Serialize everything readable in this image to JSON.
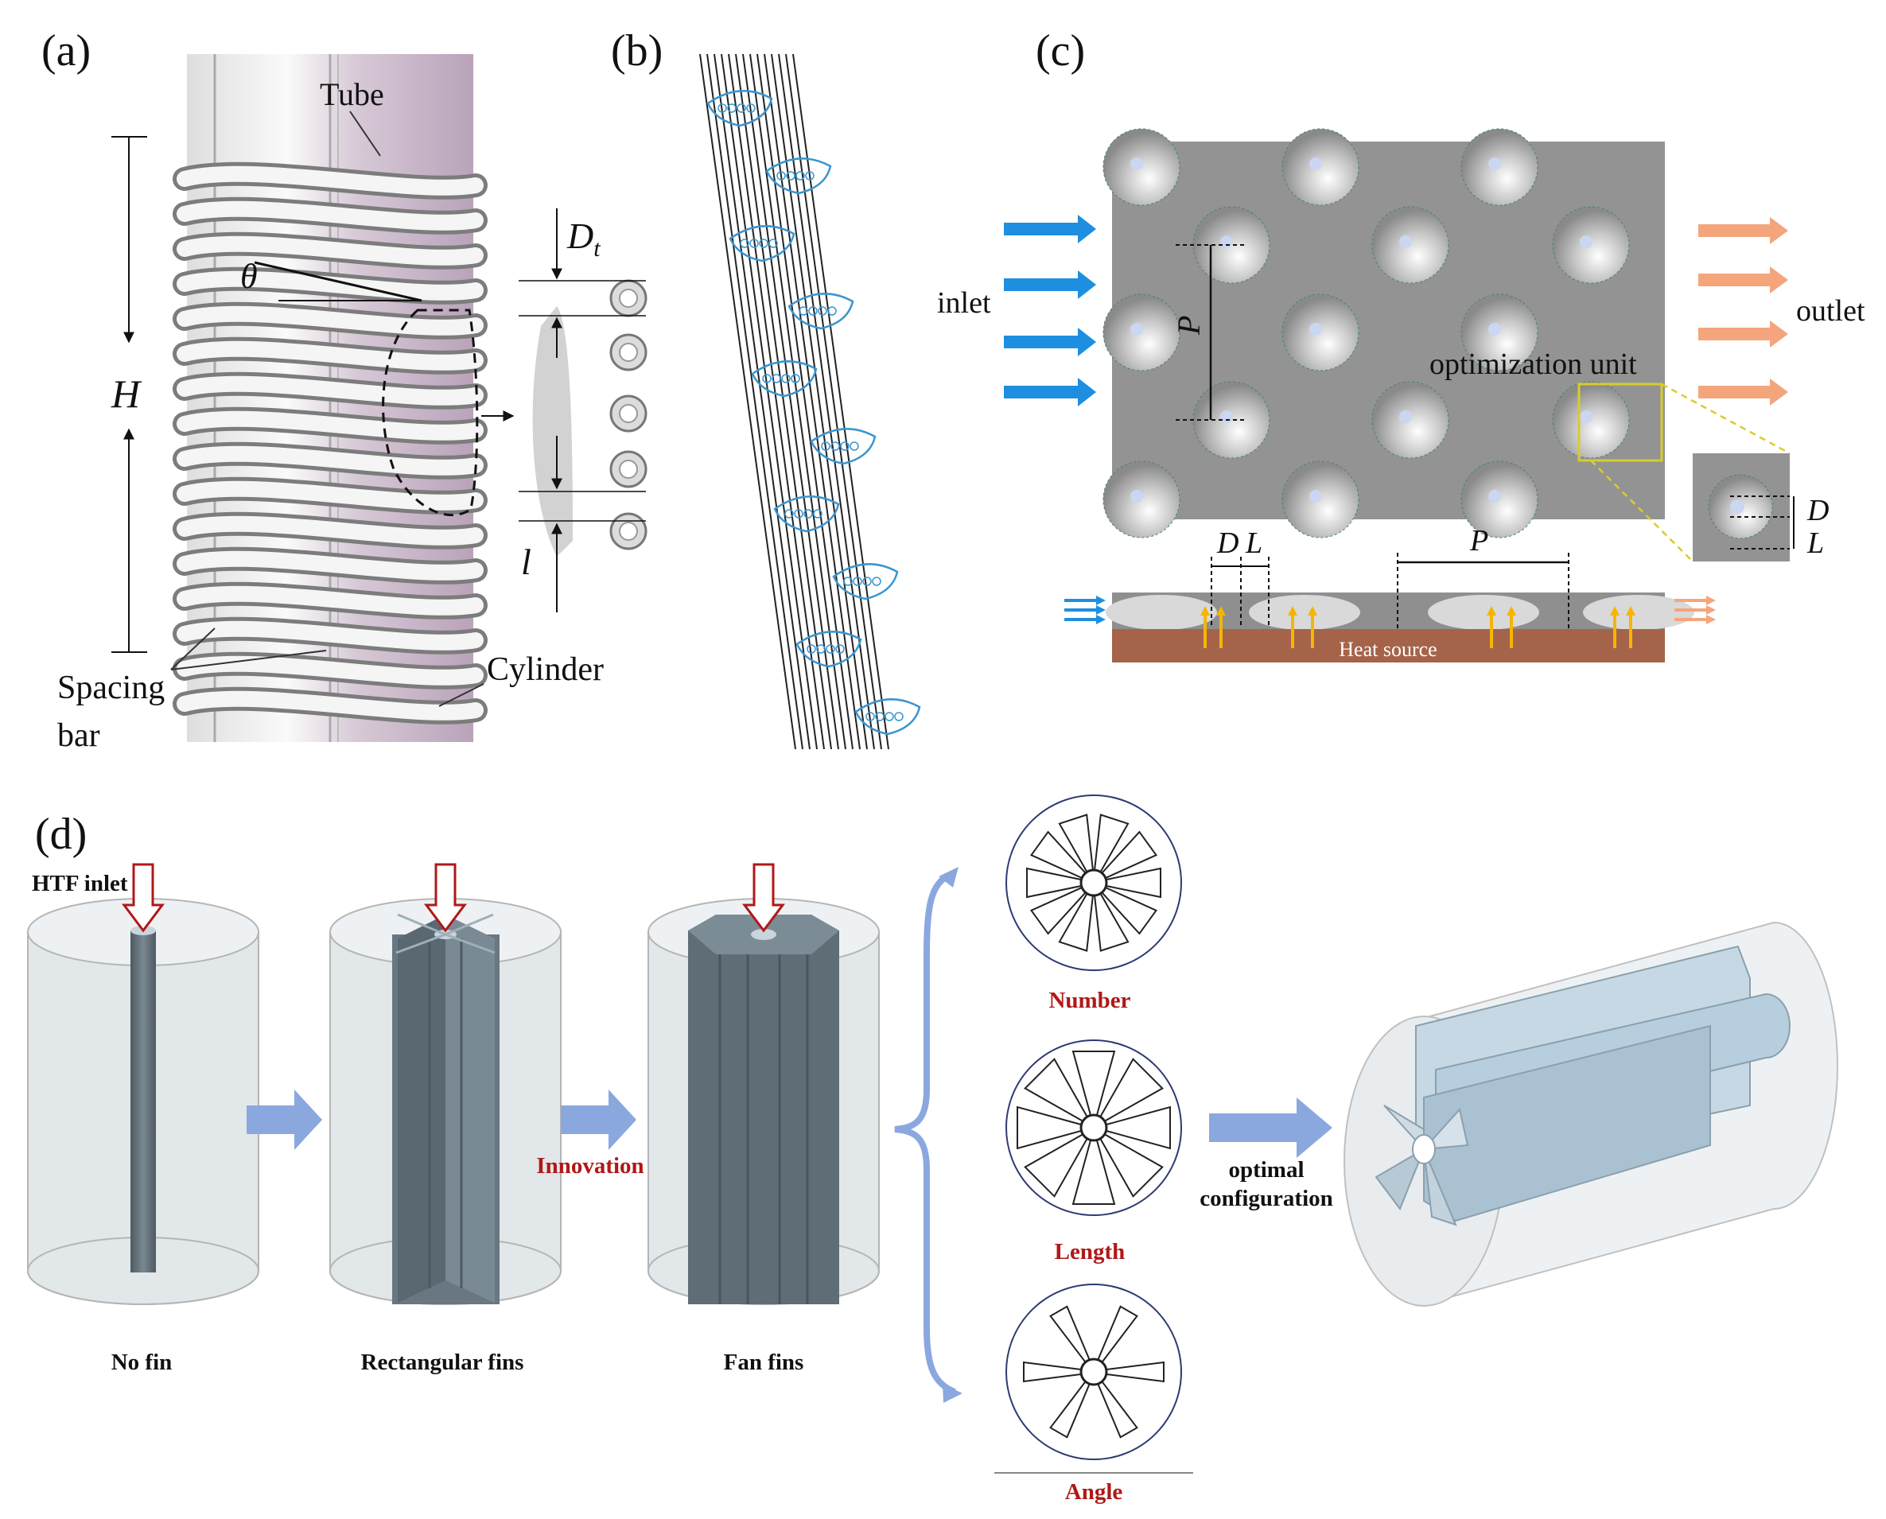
{
  "panels": {
    "a": {
      "label": "(a)",
      "tube": "Tube",
      "theta": "θ",
      "H": "H",
      "Dt_main": "D",
      "Dt_sub": "t",
      "l": "l",
      "spacing_bar_line1": "Spacing",
      "spacing_bar_line2": "bar",
      "cylinder": "Cylinder"
    },
    "b": {
      "label": "(b)"
    },
    "c": {
      "label": "(c)",
      "inlet": "inlet",
      "outlet": "outlet",
      "P": "P",
      "optimization_unit": "optimization unit",
      "D": "D",
      "L": "L",
      "heat_source": "Heat source"
    },
    "d": {
      "label": "(d)",
      "htf_inlet": "HTF inlet",
      "no_fin": "No fin",
      "rectangular_fins": "Rectangular fins",
      "fan_fins": "Fan fins",
      "innovation": "Innovation",
      "number": "Number",
      "length": "Length",
      "angle": "Angle",
      "optimal_line1": "optimal",
      "optimal_line2": "configuration"
    }
  },
  "colors": {
    "blue_arrow": "#1e8fe0",
    "orange_arrow": "#f4a57c",
    "plate_gray": "#939393",
    "heat_source": "#a5644a",
    "yellow_arrow": "#f5b500",
    "red_label": "#b01818",
    "flow_arrow": "#8aa8de",
    "tube_purple": "#c9b5c9",
    "wire_blue": "#3a95d0"
  }
}
